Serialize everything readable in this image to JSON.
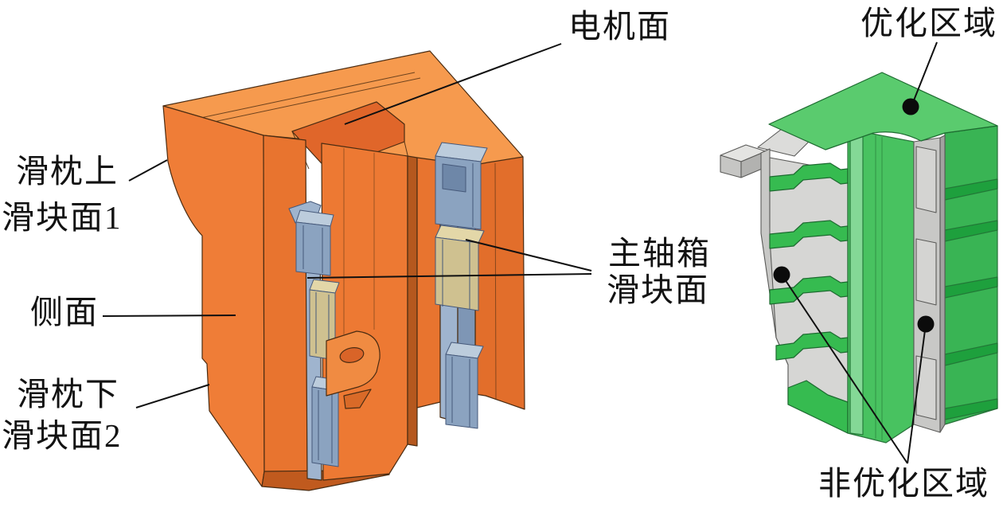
{
  "figure": {
    "background": "#ffffff",
    "labels": {
      "motor_face": "电机面",
      "ram_upper_line1": "滑枕上",
      "ram_upper_line2": "滑块面1",
      "side_face": "侧面",
      "ram_lower_line1": "滑枕下",
      "ram_lower_line2": "滑块面2",
      "spindle_line1": "主轴箱",
      "spindle_line2": "滑块面",
      "optimized_region": "优化区域",
      "non_optimized_region": "非优化区域"
    },
    "colors": {
      "ram_orange_top": "#F69A4E",
      "ram_orange_front": "#EF7D37",
      "ram_orange_dark": "#E26E2B",
      "rail_blue": "#9FB4CE",
      "slider_blue": "#8BA3C0",
      "slider_tan": "#CFC190",
      "optimized_green": "#3FBF58",
      "optimized_green_top": "#5ACB6E",
      "non_optimized_gray": "#C8C8C6",
      "marker_black": "#0b0b0b"
    },
    "markers": [
      "optimized-dot",
      "non-optimized-dot-left",
      "non-optimized-dot-right"
    ]
  }
}
